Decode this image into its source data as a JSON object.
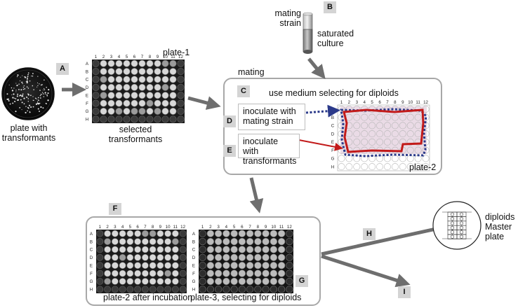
{
  "labels": {
    "plate_with_transformants": [
      "plate with",
      "transformants"
    ],
    "plate1": "plate-1",
    "selected_transformants": [
      "selected",
      "transformants"
    ],
    "mating_strain": [
      "mating",
      "strain"
    ],
    "saturated_culture": [
      "saturated",
      "culture"
    ],
    "mating": "mating",
    "use_medium": "use medium selecting for diploids",
    "inoculate_mating": [
      "inoculate with",
      "mating strain"
    ],
    "inoculate_transformants": [
      "inoculate with",
      "transformants"
    ],
    "plate2": "plate-2",
    "plate2_after": "plate-2 after incubation",
    "plate3": "plate-3, selecting for diploids",
    "diploids_master": [
      "diploids",
      "Master",
      "plate"
    ]
  },
  "steps": [
    "A",
    "B",
    "C",
    "D",
    "E",
    "F",
    "G",
    "H",
    "I"
  ],
  "plate_columns": [
    "1",
    "2",
    "3",
    "4",
    "5",
    "6",
    "7",
    "8",
    "9",
    "10",
    "11",
    "12"
  ],
  "plate_rows": [
    "A",
    "B",
    "C",
    "D",
    "E",
    "F",
    "G",
    "H"
  ],
  "colors": {
    "arrow": "#6e6e6e",
    "frame": "#a8a8a8",
    "badge": "#d4d4d4",
    "mating_outline": "#2b3a8a",
    "transformant_outline": "#c21a1a",
    "plate2_fill": "#eadbe6"
  }
}
